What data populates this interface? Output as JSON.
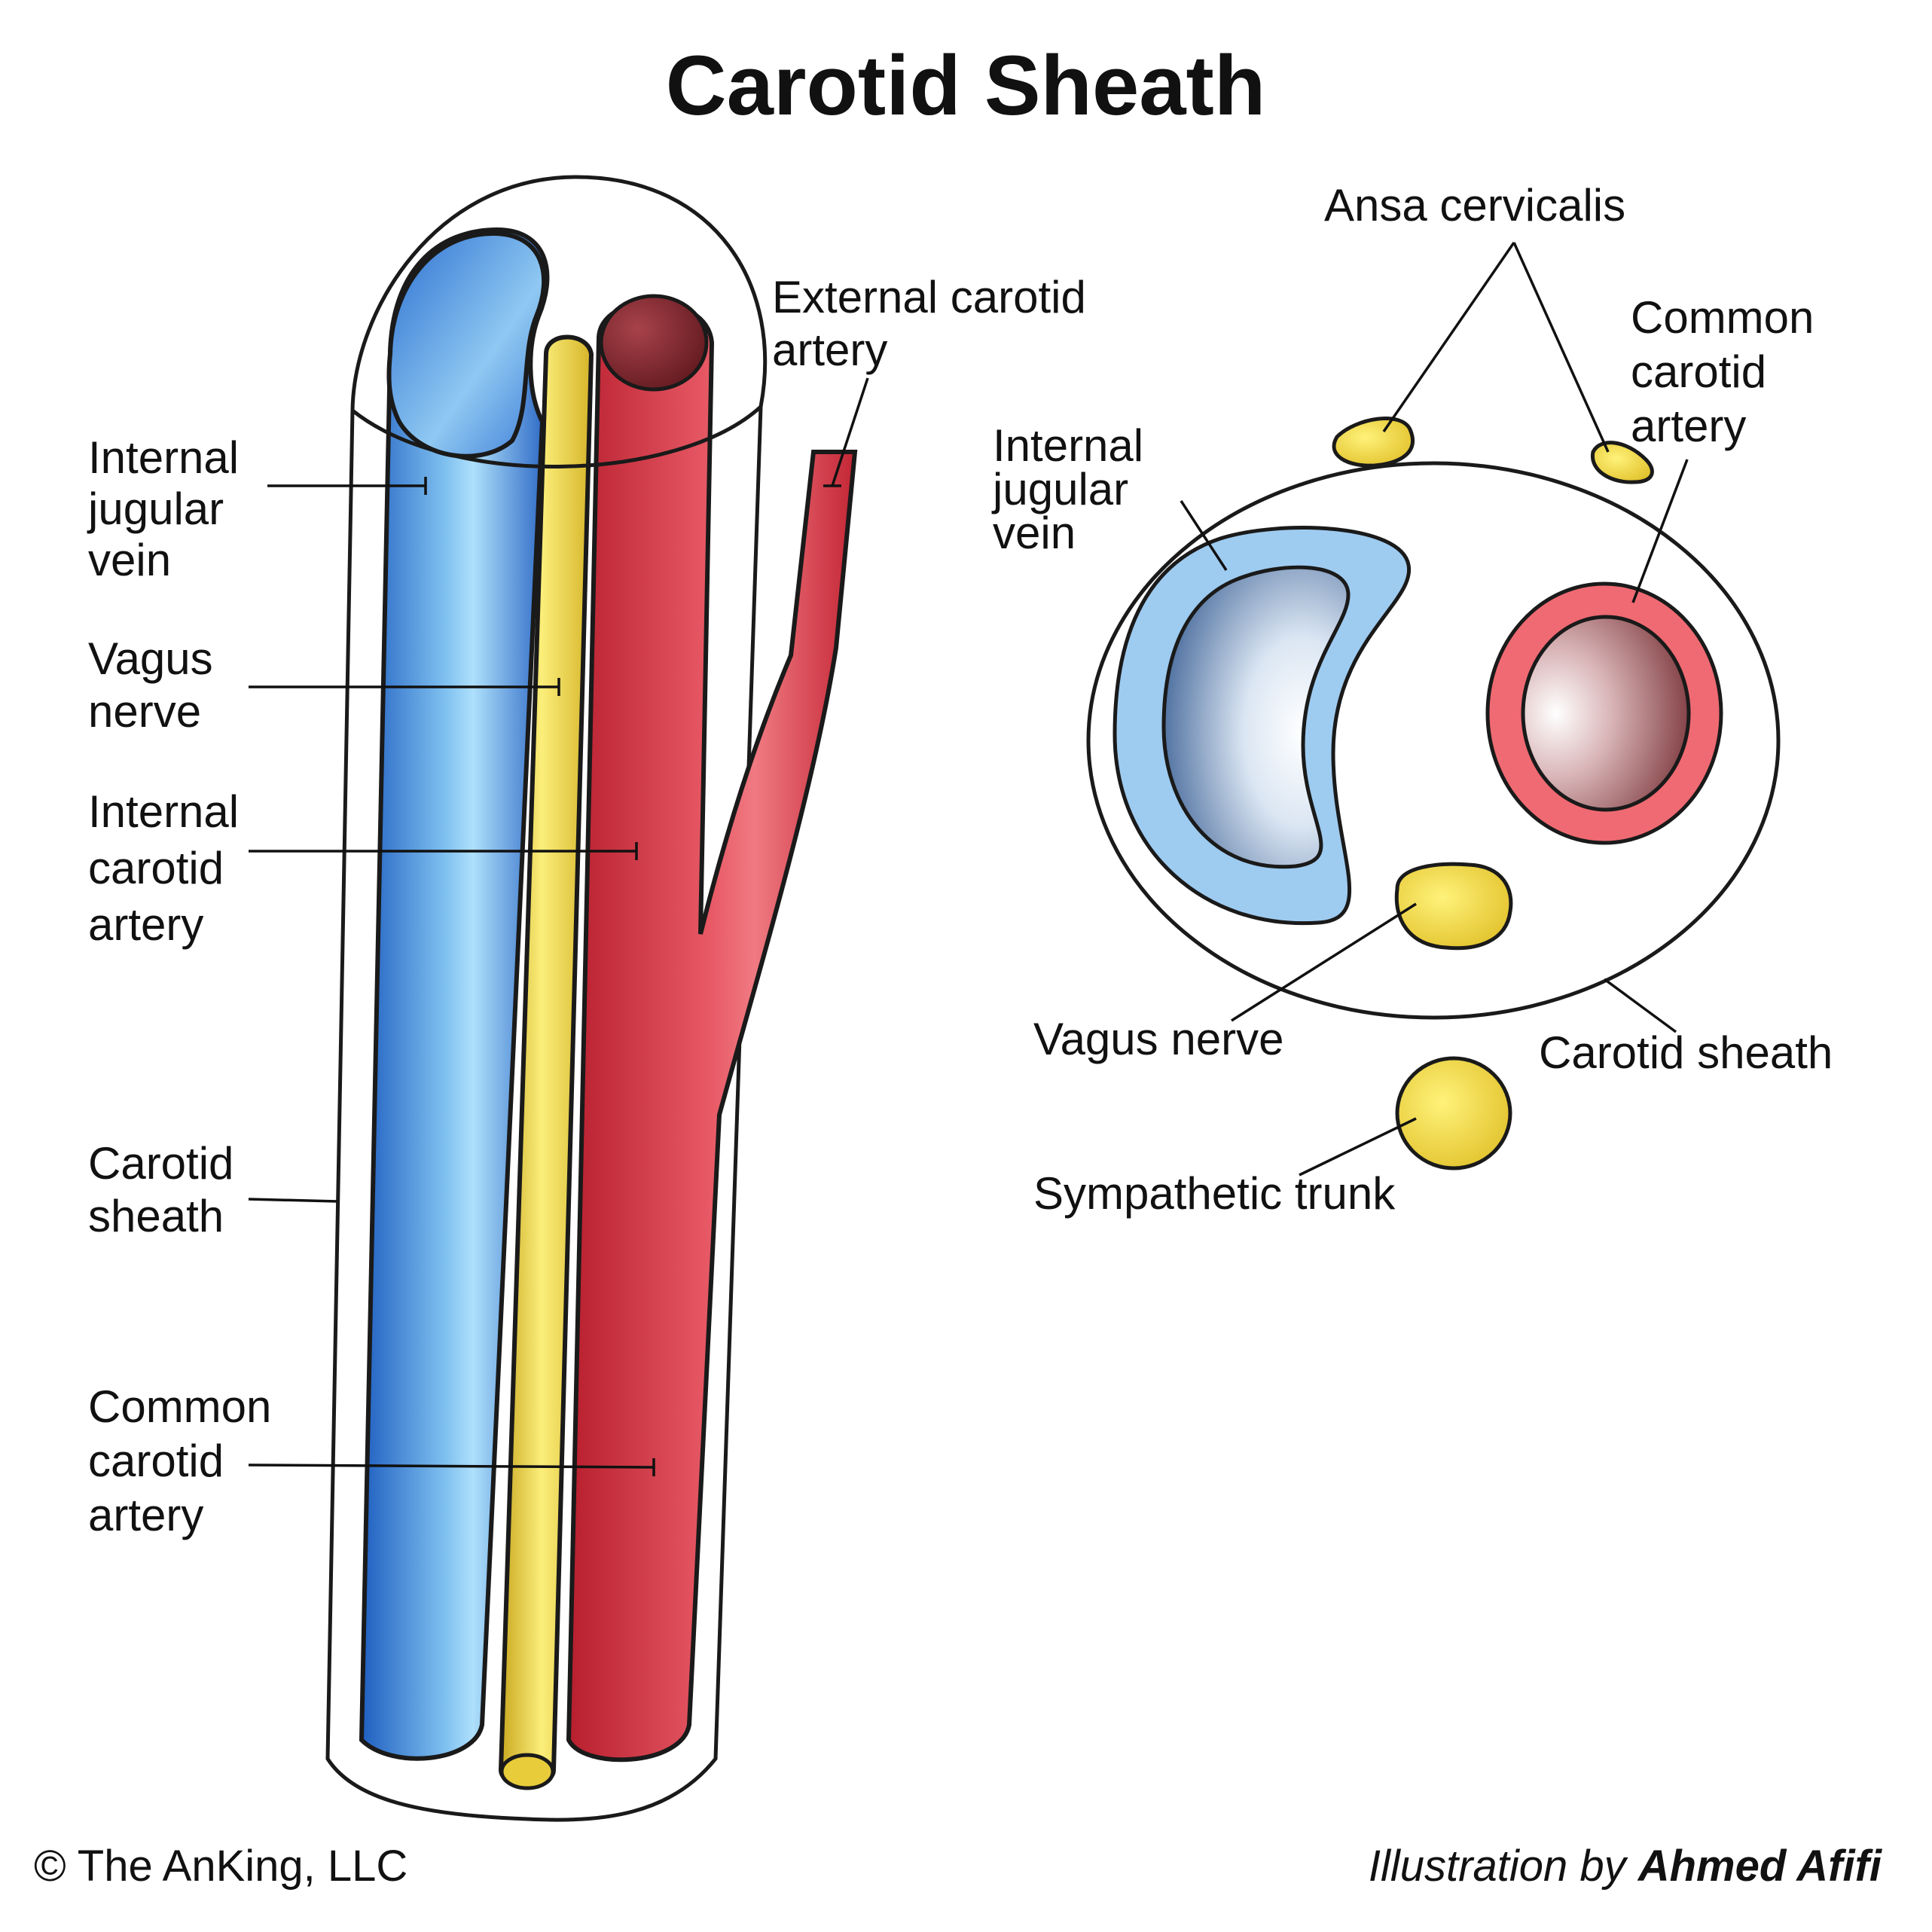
{
  "title": "Carotid Sheath",
  "longitudinal_view": {
    "labels": {
      "internal_jugular_vein": [
        "Internal",
        "jugular",
        "vein"
      ],
      "vagus_nerve": [
        "Vagus",
        "nerve"
      ],
      "internal_carotid_artery": [
        "Internal",
        "carotid",
        "artery"
      ],
      "carotid_sheath": [
        "Carotid",
        "sheath"
      ],
      "common_carotid_artery": [
        "Common",
        "carotid",
        "artery"
      ],
      "external_carotid_artery": [
        "External carotid",
        "artery"
      ]
    }
  },
  "cross_section_view": {
    "labels": {
      "ansa_cervicalis": "Ansa cervicalis",
      "common_carotid_artery": [
        "Common",
        "carotid",
        "artery"
      ],
      "internal_jugular_vein": [
        "Internal",
        "jugular",
        "vein"
      ],
      "vagus_nerve": "Vagus nerve",
      "carotid_sheath": "Carotid sheath",
      "sympathetic_trunk": "Sympathetic trunk"
    }
  },
  "footer": {
    "copyright": "© The AnKing, LLC",
    "credit_prefix": "Illustration by",
    "credit_author": "Ahmed Afifi"
  },
  "colors": {
    "vein_blue": "#3a7fd8",
    "vein_light": "#9ecbf0",
    "artery_red": "#d8303e",
    "artery_pink": "#ef6a72",
    "artery_dark": "#6e1e24",
    "nerve_yellow": "#f0d84a"
  }
}
